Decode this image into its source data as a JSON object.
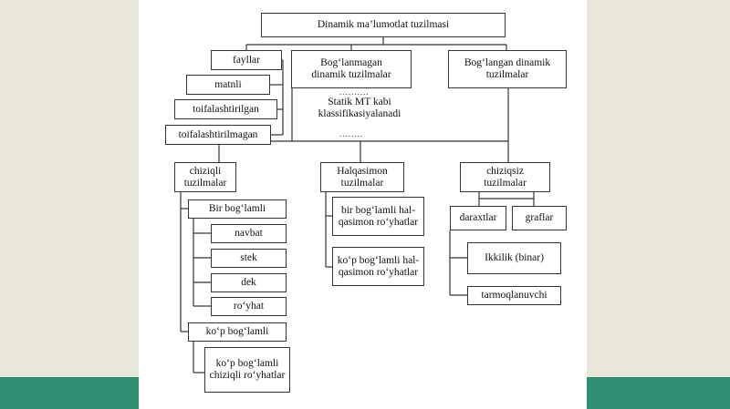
{
  "diagram": {
    "root": "Dinamik ma’lumotlat tuzilmasi",
    "level1": {
      "files": "fayllar",
      "unlinked": "Bog‘lanmagan\ndinamik tuzilmalar",
      "linked": "Bog‘langan dinamik\ntuzilmalar"
    },
    "file_types": [
      "matnli",
      "toifalashtirilgan",
      "toifalashtirilmagan"
    ],
    "unlinked_note": {
      "dots_top": "..........",
      "text": "Statik MT kabi\nklassifikasiyalanadi",
      "dots_bottom": "........"
    },
    "level2": {
      "linear": "chiziqli\ntuzilmalar",
      "circular": "Halqasimon\ntuzilmalar",
      "nonlinear": "chiziqsiz\ntuzilmalar"
    },
    "linear": {
      "single": "Bir bog‘lamli",
      "single_items": [
        "navbat",
        "stek",
        "dek",
        "ro‘yhat"
      ],
      "multi": "ko‘p bog‘lamli",
      "multi_item": "ko‘p bog‘lamli\nchiziqli ro‘yhatlar"
    },
    "circular": {
      "items": [
        "bir bog‘lamli hal-\nqasimon ro‘yhatlar",
        "ko‘p bog‘lamli hal-\nqasimon ro‘yhatlar"
      ]
    },
    "nonlinear": {
      "trees": "daraxtlar",
      "graphs": "graflar",
      "tree_items": [
        "Ikkilik (binar)",
        "tarmoqlanuvchi"
      ]
    }
  }
}
